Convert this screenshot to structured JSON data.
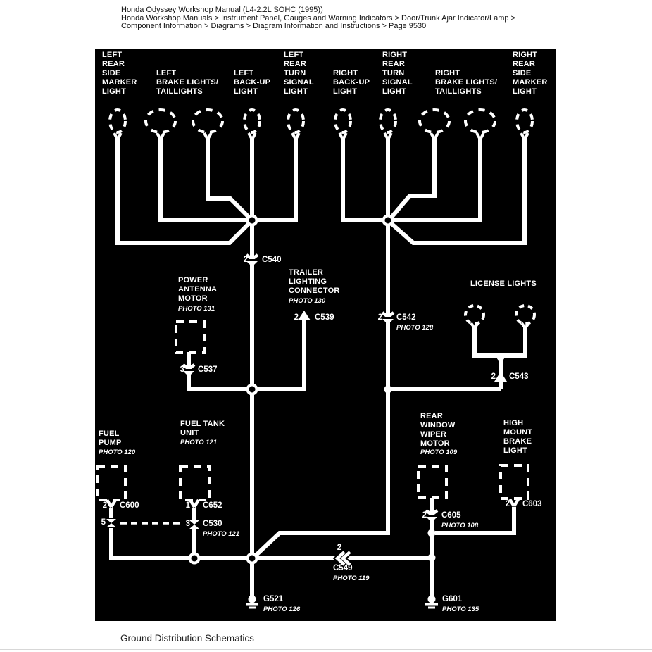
{
  "page": {
    "header_lines": [
      "Honda Odyssey Workshop Manual (L4-2.2L SOHC (1995))",
      "Honda Workshop Manuals > Instrument Panel, Gauges and Warning Indicators > Door/Trunk Ajar Indicator/Lamp >",
      "Component Information > Diagrams > Diagram Information and Instructions > Page 9530"
    ],
    "footer_caption": "Ground Distribution Schematics"
  },
  "diagram": {
    "colors": {
      "background": "#000000",
      "wire": "#ffffff"
    },
    "top_labels": [
      {
        "id": "left-rear-side-marker-light",
        "text": "LEFT\nREAR\nSIDE\nMARKER\nLIGHT"
      },
      {
        "id": "left-brake-lights-taillights",
        "text": "LEFT\nBRAKE LIGHTS/\nTAILLIGHTS"
      },
      {
        "id": "left-back-up-light",
        "text": "LEFT\nBACK-UP\nLIGHT"
      },
      {
        "id": "left-rear-turn-signal-light",
        "text": "LEFT\nREAR\nTURN\nSIGNAL\nLIGHT"
      },
      {
        "id": "right-back-up-light",
        "text": "RIGHT\nBACK-UP\nLIGHT"
      },
      {
        "id": "right-rear-turn-signal-light",
        "text": "RIGHT\nREAR\nTURN\nSIGNAL\nLIGHT"
      },
      {
        "id": "right-brake-lights-taillights",
        "text": "RIGHT\nBRAKE LIGHTS/\nTAILLIGHTS"
      },
      {
        "id": "right-rear-side-marker-light",
        "text": "RIGHT\nREAR\nSIDE\nMARKER\nLIGHT"
      }
    ],
    "components": [
      {
        "id": "power-antenna-motor",
        "label": "POWER\nANTENNA\nMOTOR",
        "photo": "PHOTO 131"
      },
      {
        "id": "trailer-lighting-connector",
        "label": "TRAILER\nLIGHTING\nCONNECTOR",
        "photo": "PHOTO 130"
      },
      {
        "id": "license-lights",
        "label": "LICENSE LIGHTS",
        "photo": ""
      },
      {
        "id": "fuel-pump",
        "label": "FUEL\nPUMP",
        "photo": "PHOTO 120"
      },
      {
        "id": "fuel-tank-unit",
        "label": "FUEL TANK\nUNIT",
        "photo": "PHOTO 121"
      },
      {
        "id": "rear-window-wiper-motor",
        "label": "REAR\nWINDOW\nWIPER\nMOTOR",
        "photo": "PHOTO 109"
      },
      {
        "id": "high-mount-brake-light",
        "label": "HIGH\nMOUNT\nBRAKE\nLIGHT",
        "photo": ""
      }
    ],
    "connectors": [
      {
        "id": "c540",
        "pin": "2",
        "name": "C540",
        "photo": ""
      },
      {
        "id": "c539",
        "pin": "2",
        "name": "C539",
        "photo": ""
      },
      {
        "id": "c542",
        "pin": "2",
        "name": "C542",
        "photo": "PHOTO 128"
      },
      {
        "id": "c543",
        "pin": "2",
        "name": "C543",
        "photo": ""
      },
      {
        "id": "c537",
        "pin": "3",
        "name": "C537",
        "photo": ""
      },
      {
        "id": "c600",
        "pin": "2",
        "name": "C600",
        "photo": ""
      },
      {
        "id": "c600-inline",
        "pin": "5",
        "name": "",
        "photo": ""
      },
      {
        "id": "c652",
        "pin": "1",
        "name": "C652",
        "photo": ""
      },
      {
        "id": "c530",
        "pin": "3",
        "name": "C530",
        "photo": "PHOTO 121"
      },
      {
        "id": "c605",
        "pin": "2",
        "name": "C605",
        "photo": "PHOTO 108"
      },
      {
        "id": "c603",
        "pin": "2",
        "name": "C603",
        "photo": ""
      },
      {
        "id": "c549",
        "pin": "2",
        "name": "C549",
        "photo": "PHOTO 119"
      }
    ],
    "grounds": [
      {
        "id": "g521",
        "name": "G521",
        "photo": "PHOTO 126"
      },
      {
        "id": "g601",
        "name": "G601",
        "photo": "PHOTO 135"
      }
    ]
  }
}
